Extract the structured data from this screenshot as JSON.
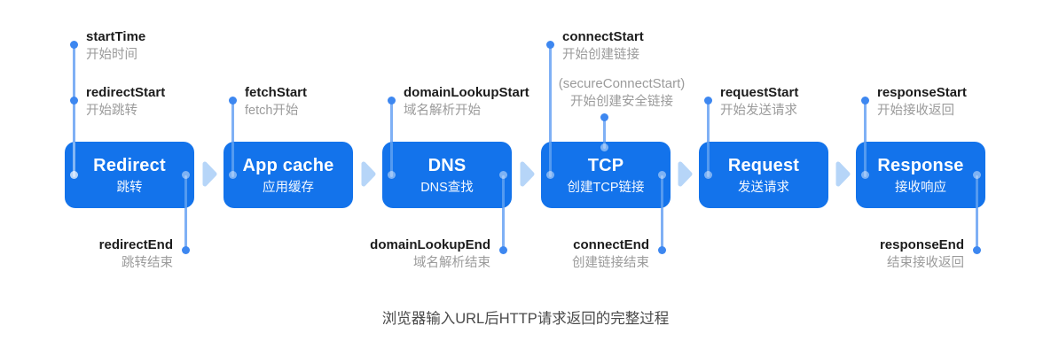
{
  "diagram": {
    "caption": "浏览器输入URL后HTTP请求返回的完整过程",
    "stages": [
      {
        "title": "Redirect",
        "subtitle": "跳转"
      },
      {
        "title": "App cache",
        "subtitle": "应用缓存"
      },
      {
        "title": "DNS",
        "subtitle": "DNS查找"
      },
      {
        "title": "TCP",
        "subtitle": "创建TCP链接"
      },
      {
        "title": "Request",
        "subtitle": "发送请求"
      },
      {
        "title": "Response",
        "subtitle": "接收响应"
      }
    ],
    "markers": [
      {
        "name": "startTime",
        "label": "startTime",
        "label_zh": "开始时间",
        "stage": 0,
        "side": "left",
        "row": "high"
      },
      {
        "name": "redirectStart",
        "label": "redirectStart",
        "label_zh": "开始跳转",
        "stage": 0,
        "side": "left",
        "row": "normal"
      },
      {
        "name": "fetchStart",
        "label": "fetchStart",
        "label_zh": "fetch开始",
        "stage": 1,
        "side": "left",
        "row": "normal"
      },
      {
        "name": "domainLookupStart",
        "label": "domainLookupStart",
        "label_zh": "域名解析开始",
        "stage": 2,
        "side": "left",
        "row": "normal"
      },
      {
        "name": "connectStart",
        "label": "connectStart",
        "label_zh": "开始创建链接",
        "stage": 3,
        "side": "left",
        "row": "high"
      },
      {
        "name": "secureConnectStart",
        "label": "(secureConnectStart)",
        "label_zh": "开始创建安全链接",
        "stage": 3,
        "side": "center",
        "row": "secure",
        "muted": true
      },
      {
        "name": "requestStart",
        "label": "requestStart",
        "label_zh": "开始发送请求",
        "stage": 4,
        "side": "left",
        "row": "normal"
      },
      {
        "name": "responseStart",
        "label": "responseStart",
        "label_zh": "开始接收返回",
        "stage": 5,
        "side": "left",
        "row": "normal"
      },
      {
        "name": "redirectEnd",
        "label": "redirectEnd",
        "label_zh": "跳转结束",
        "stage": 0,
        "side": "right",
        "row": "bottom"
      },
      {
        "name": "domainLookupEnd",
        "label": "domainLookupEnd",
        "label_zh": "域名解析结束",
        "stage": 2,
        "side": "right",
        "row": "bottom"
      },
      {
        "name": "connectEnd",
        "label": "connectEnd",
        "label_zh": "创建链接结束",
        "stage": 3,
        "side": "right",
        "row": "bottom"
      },
      {
        "name": "responseEnd",
        "label": "responseEnd",
        "label_zh": "结束接收返回",
        "stage": 5,
        "side": "right",
        "row": "bottom"
      }
    ],
    "colors": {
      "box": "#1373eb",
      "arrow": "#b6d5f8",
      "line": "#7fb0f5",
      "dot": "#3d87f0",
      "label": "#1c1c1c",
      "label_muted": "#9b9b9b",
      "caption": "#4a4a4a"
    }
  }
}
